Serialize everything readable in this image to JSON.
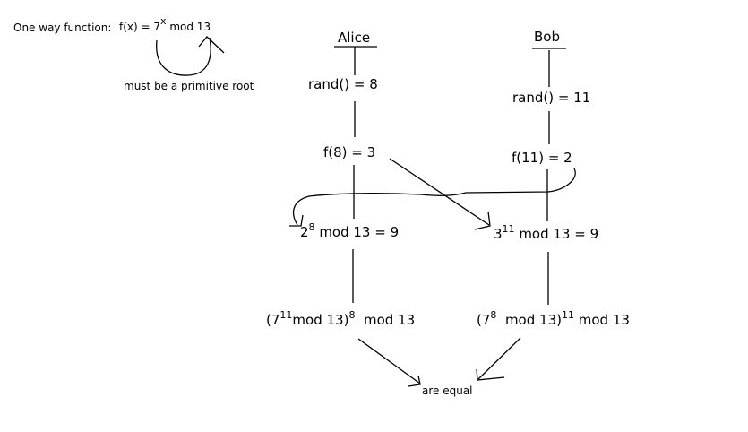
{
  "one_way": {
    "label": "One way function:",
    "fx_prefix": "f(x) = 7",
    "fx_exp": "x",
    "fx_suffix": " mod 13",
    "note": "must be a primitive root"
  },
  "alice": {
    "name": "Alice",
    "rand": "rand() = 8",
    "f": "f(8) = 3",
    "shared_base": "2",
    "shared_exp": "8",
    "shared_rest": " mod 13 = 9",
    "final_open": "(7",
    "final_exp1": "11",
    "final_mid": "mod 13)",
    "final_exp2": "8",
    "final_end": "  mod 13"
  },
  "bob": {
    "name": "Bob",
    "rand": "rand() = 11",
    "f": "f(11) = 2",
    "shared_base": "3",
    "shared_exp": "11",
    "shared_rest": " mod 13 = 9",
    "final_open": "(7",
    "final_exp1": "8",
    "final_mid": "  mod 13)",
    "final_exp2": "11",
    "final_end": " mod 13"
  },
  "conclusion": "are equal"
}
